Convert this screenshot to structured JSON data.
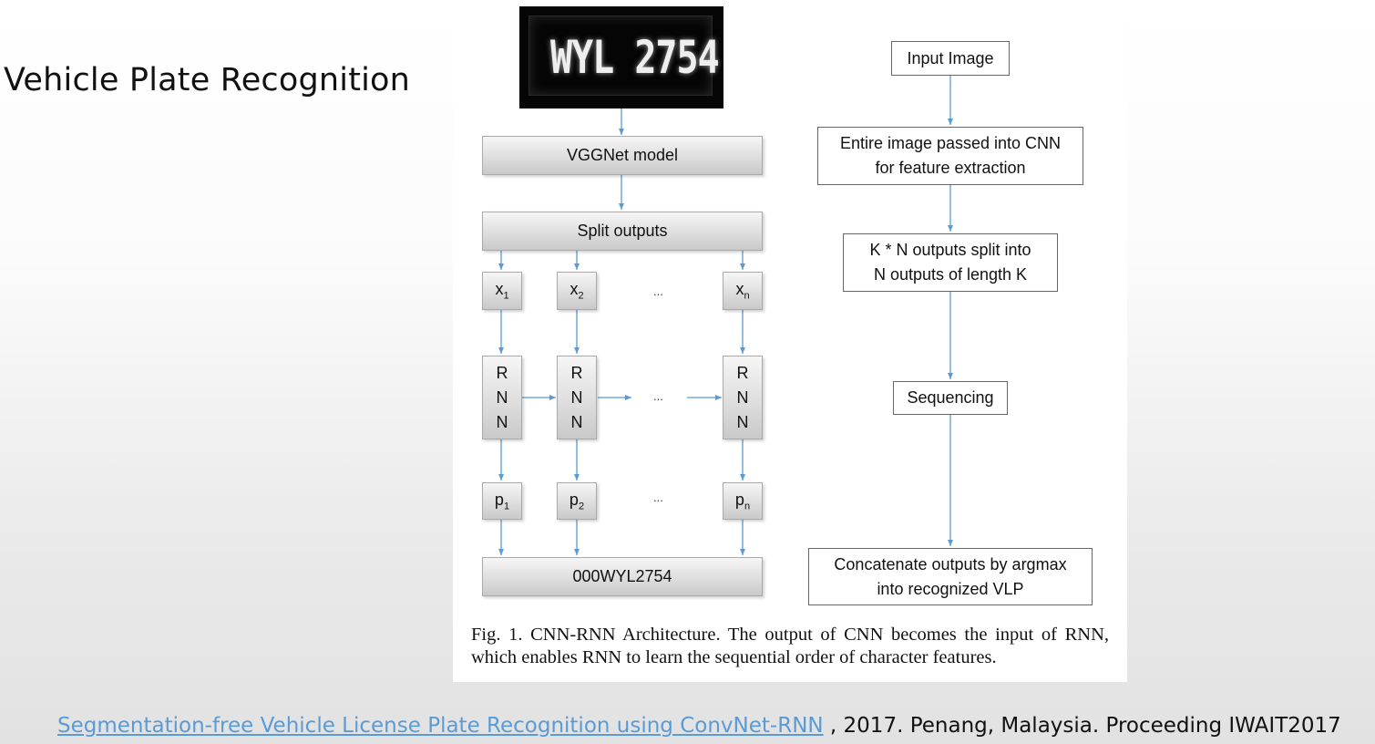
{
  "slide": {
    "title": "Vehicle Plate Recognition"
  },
  "figure": {
    "plate_text": "WYL 2754",
    "left_flow": {
      "vggnet": "VGGNet model",
      "split": "Split outputs",
      "x_labels": [
        "x1",
        "x2",
        "xn"
      ],
      "x_base": "x",
      "x_subs": [
        "1",
        "2",
        "n"
      ],
      "rnn_letters": [
        "R",
        "N",
        "N"
      ],
      "p_base": "p",
      "p_subs": [
        "1",
        "2",
        "n"
      ],
      "ellipsis": "...",
      "output": "000WYL2754"
    },
    "right_flow": {
      "input": "Input Image",
      "cnn_line1": "Entire image passed into CNN",
      "cnn_line2": "for feature extraction",
      "split_line1": "K * N outputs split into",
      "split_line2": "N outputs of length K",
      "sequencing": "Sequencing",
      "concat_line1": "Concatenate outputs by argmax",
      "concat_line2": "into recognized VLP"
    },
    "caption": "Fig. 1.  CNN-RNN Architecture. The output of CNN becomes the input of RNN, which enables RNN to learn the sequential order of character features.",
    "arrow_color": "#5b9bd5"
  },
  "citation": {
    "link_text": "Segmentation-free Vehicle License Plate Recognition using ConvNet-RNN",
    "rest": " , 2017. Penang, Malaysia. Proceeding IWAIT2017"
  }
}
